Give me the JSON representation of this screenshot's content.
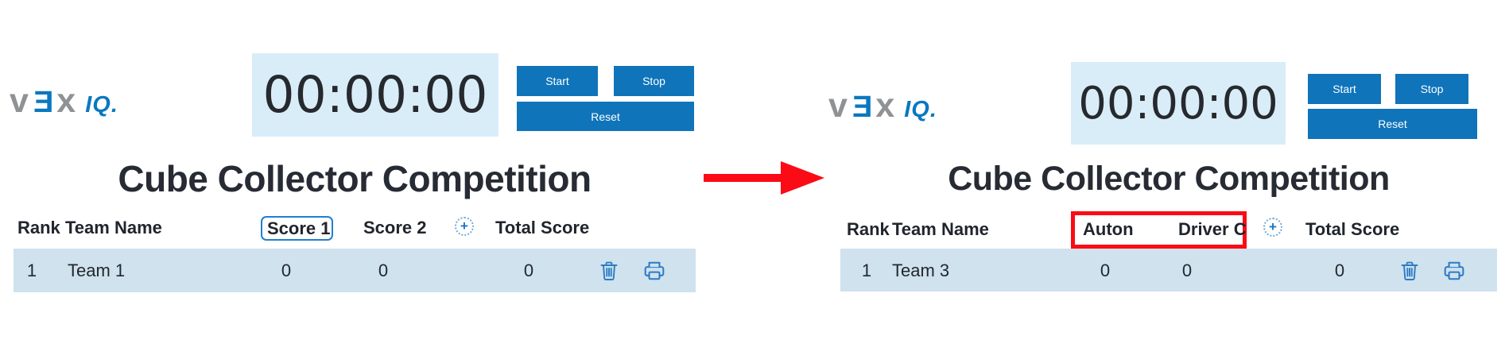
{
  "colors": {
    "button_blue": "#0f74ba",
    "timer_background": "#d9edf8",
    "row_background": "#cfe2ed",
    "icon_blue": "#2c7bc5",
    "focus_outline_blue": "#1f7fd0",
    "annotation_red": "#fb0b15",
    "vex_gray": "#8f9295",
    "vex_blue": "#0a78c0"
  },
  "logo": {
    "v": "v",
    "e": "E",
    "x": "x",
    "iq": "IQ."
  },
  "icons": {
    "add": "+"
  },
  "left": {
    "timer": "00:00:00",
    "controls": {
      "start": "Start",
      "stop": "Stop",
      "reset": "Reset"
    },
    "title": "Cube Collector Competition",
    "table": {
      "header": {
        "rank": "Rank",
        "team_name": "Team Name",
        "score1": "Score 1",
        "score2": "Score 2",
        "total": "Total Score"
      },
      "row": {
        "rank": "1",
        "team_name": "Team 1",
        "score1": "0",
        "score2": "0",
        "total": "0"
      }
    }
  },
  "right": {
    "timer": "00:00:00",
    "controls": {
      "start": "Start",
      "stop": "Stop",
      "reset": "Reset"
    },
    "title": "Cube Collector Competition",
    "table": {
      "header": {
        "rank": "Rank",
        "team_name": "Team Name",
        "score1": "Auton",
        "score2": "Driver C",
        "total": "Total Score"
      },
      "row": {
        "rank": "1",
        "team_name": "Team 3",
        "score1": "0",
        "score2": "0",
        "total": "0"
      }
    }
  }
}
